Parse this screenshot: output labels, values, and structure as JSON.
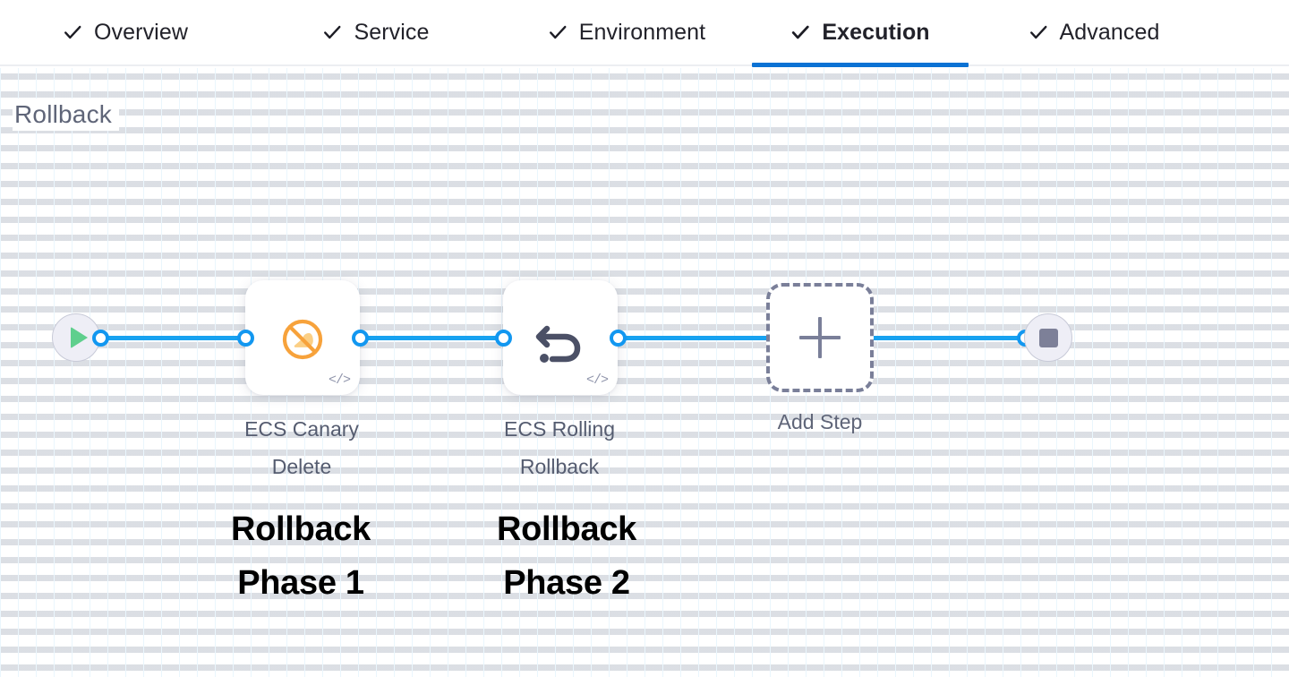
{
  "tabs": [
    {
      "label": "Overview",
      "icon": "check-icon",
      "active": false
    },
    {
      "label": "Service",
      "icon": "check-icon",
      "active": false
    },
    {
      "label": "Environment",
      "icon": "check-icon",
      "active": false
    },
    {
      "label": "Execution",
      "icon": "check-icon",
      "active": true
    },
    {
      "label": "Advanced",
      "icon": "check-icon",
      "active": false
    }
  ],
  "section": {
    "title": "Rollback"
  },
  "pipeline": {
    "start_node": {
      "icon": "play-icon",
      "name": "start-node"
    },
    "end_node": {
      "icon": "stop-icon",
      "name": "end-node"
    },
    "steps": [
      {
        "label_line1": "ECS Canary",
        "label_line2": "Delete",
        "icon": "ecs-canary-delete-icon",
        "badge": "</>"
      },
      {
        "label_line1": "ECS Rolling",
        "label_line2": "Rollback",
        "icon": "rollback-undo-icon",
        "badge": "</>"
      }
    ],
    "add_step": {
      "label": "Add Step",
      "icon": "plus-icon"
    }
  },
  "annotations": [
    {
      "line1": "Rollback",
      "line2": "Phase 1"
    },
    {
      "line1": "Rollback",
      "line2": "Phase 2"
    }
  ],
  "colors": {
    "active_tab_underline": "#0b72d4",
    "connector": "#18a2f0",
    "port_ring": "#1297f0",
    "canary_icon": "#f7a23b",
    "rollback_icon": "#4b5066",
    "start_play": "#5fcf8d",
    "end_stop": "#7d8098",
    "title_text": "#5f6578",
    "dashed_border": "#7a7f99"
  }
}
